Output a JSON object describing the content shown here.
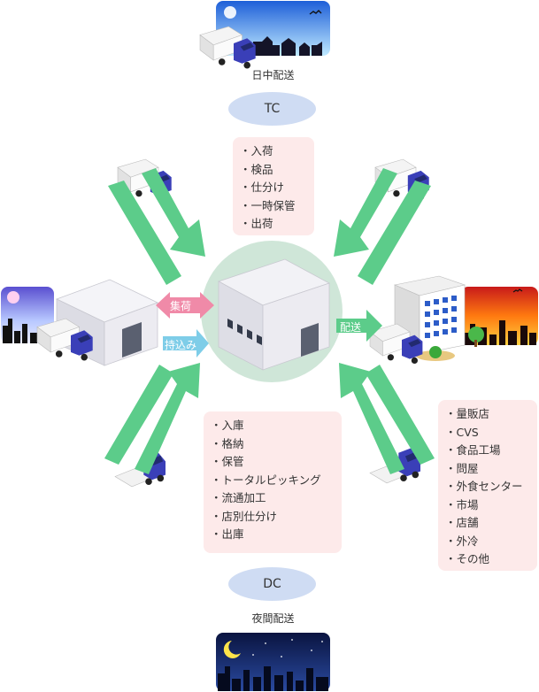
{
  "top": {
    "caption": "日中配送",
    "label": "TC"
  },
  "bottom": {
    "caption": "夜間配送",
    "label": "DC"
  },
  "tc_process": [
    "入荷",
    "検品",
    "仕分け",
    "一時保管",
    "出荷"
  ],
  "dc_process": [
    "入庫",
    "格納",
    "保管",
    "トータルピッキング",
    "流通加工",
    "店別仕分け",
    "出庫"
  ],
  "destinations": [
    "量販店",
    "CVS",
    "食品工場",
    "問屋",
    "外食センター",
    "市場",
    "店舗",
    "外冷",
    "その他"
  ],
  "flows": {
    "collect": "集荷",
    "bring_in": "持込み",
    "deliver": "配送"
  },
  "colors": {
    "arrow_green": "#5ccc8a",
    "collect_pink": "#f08aa8",
    "bring_blue": "#7ecde8",
    "box_pink": "#fdeaea",
    "pill_blue": "#cfdcf3",
    "center_circle": "#cfe6d8"
  }
}
